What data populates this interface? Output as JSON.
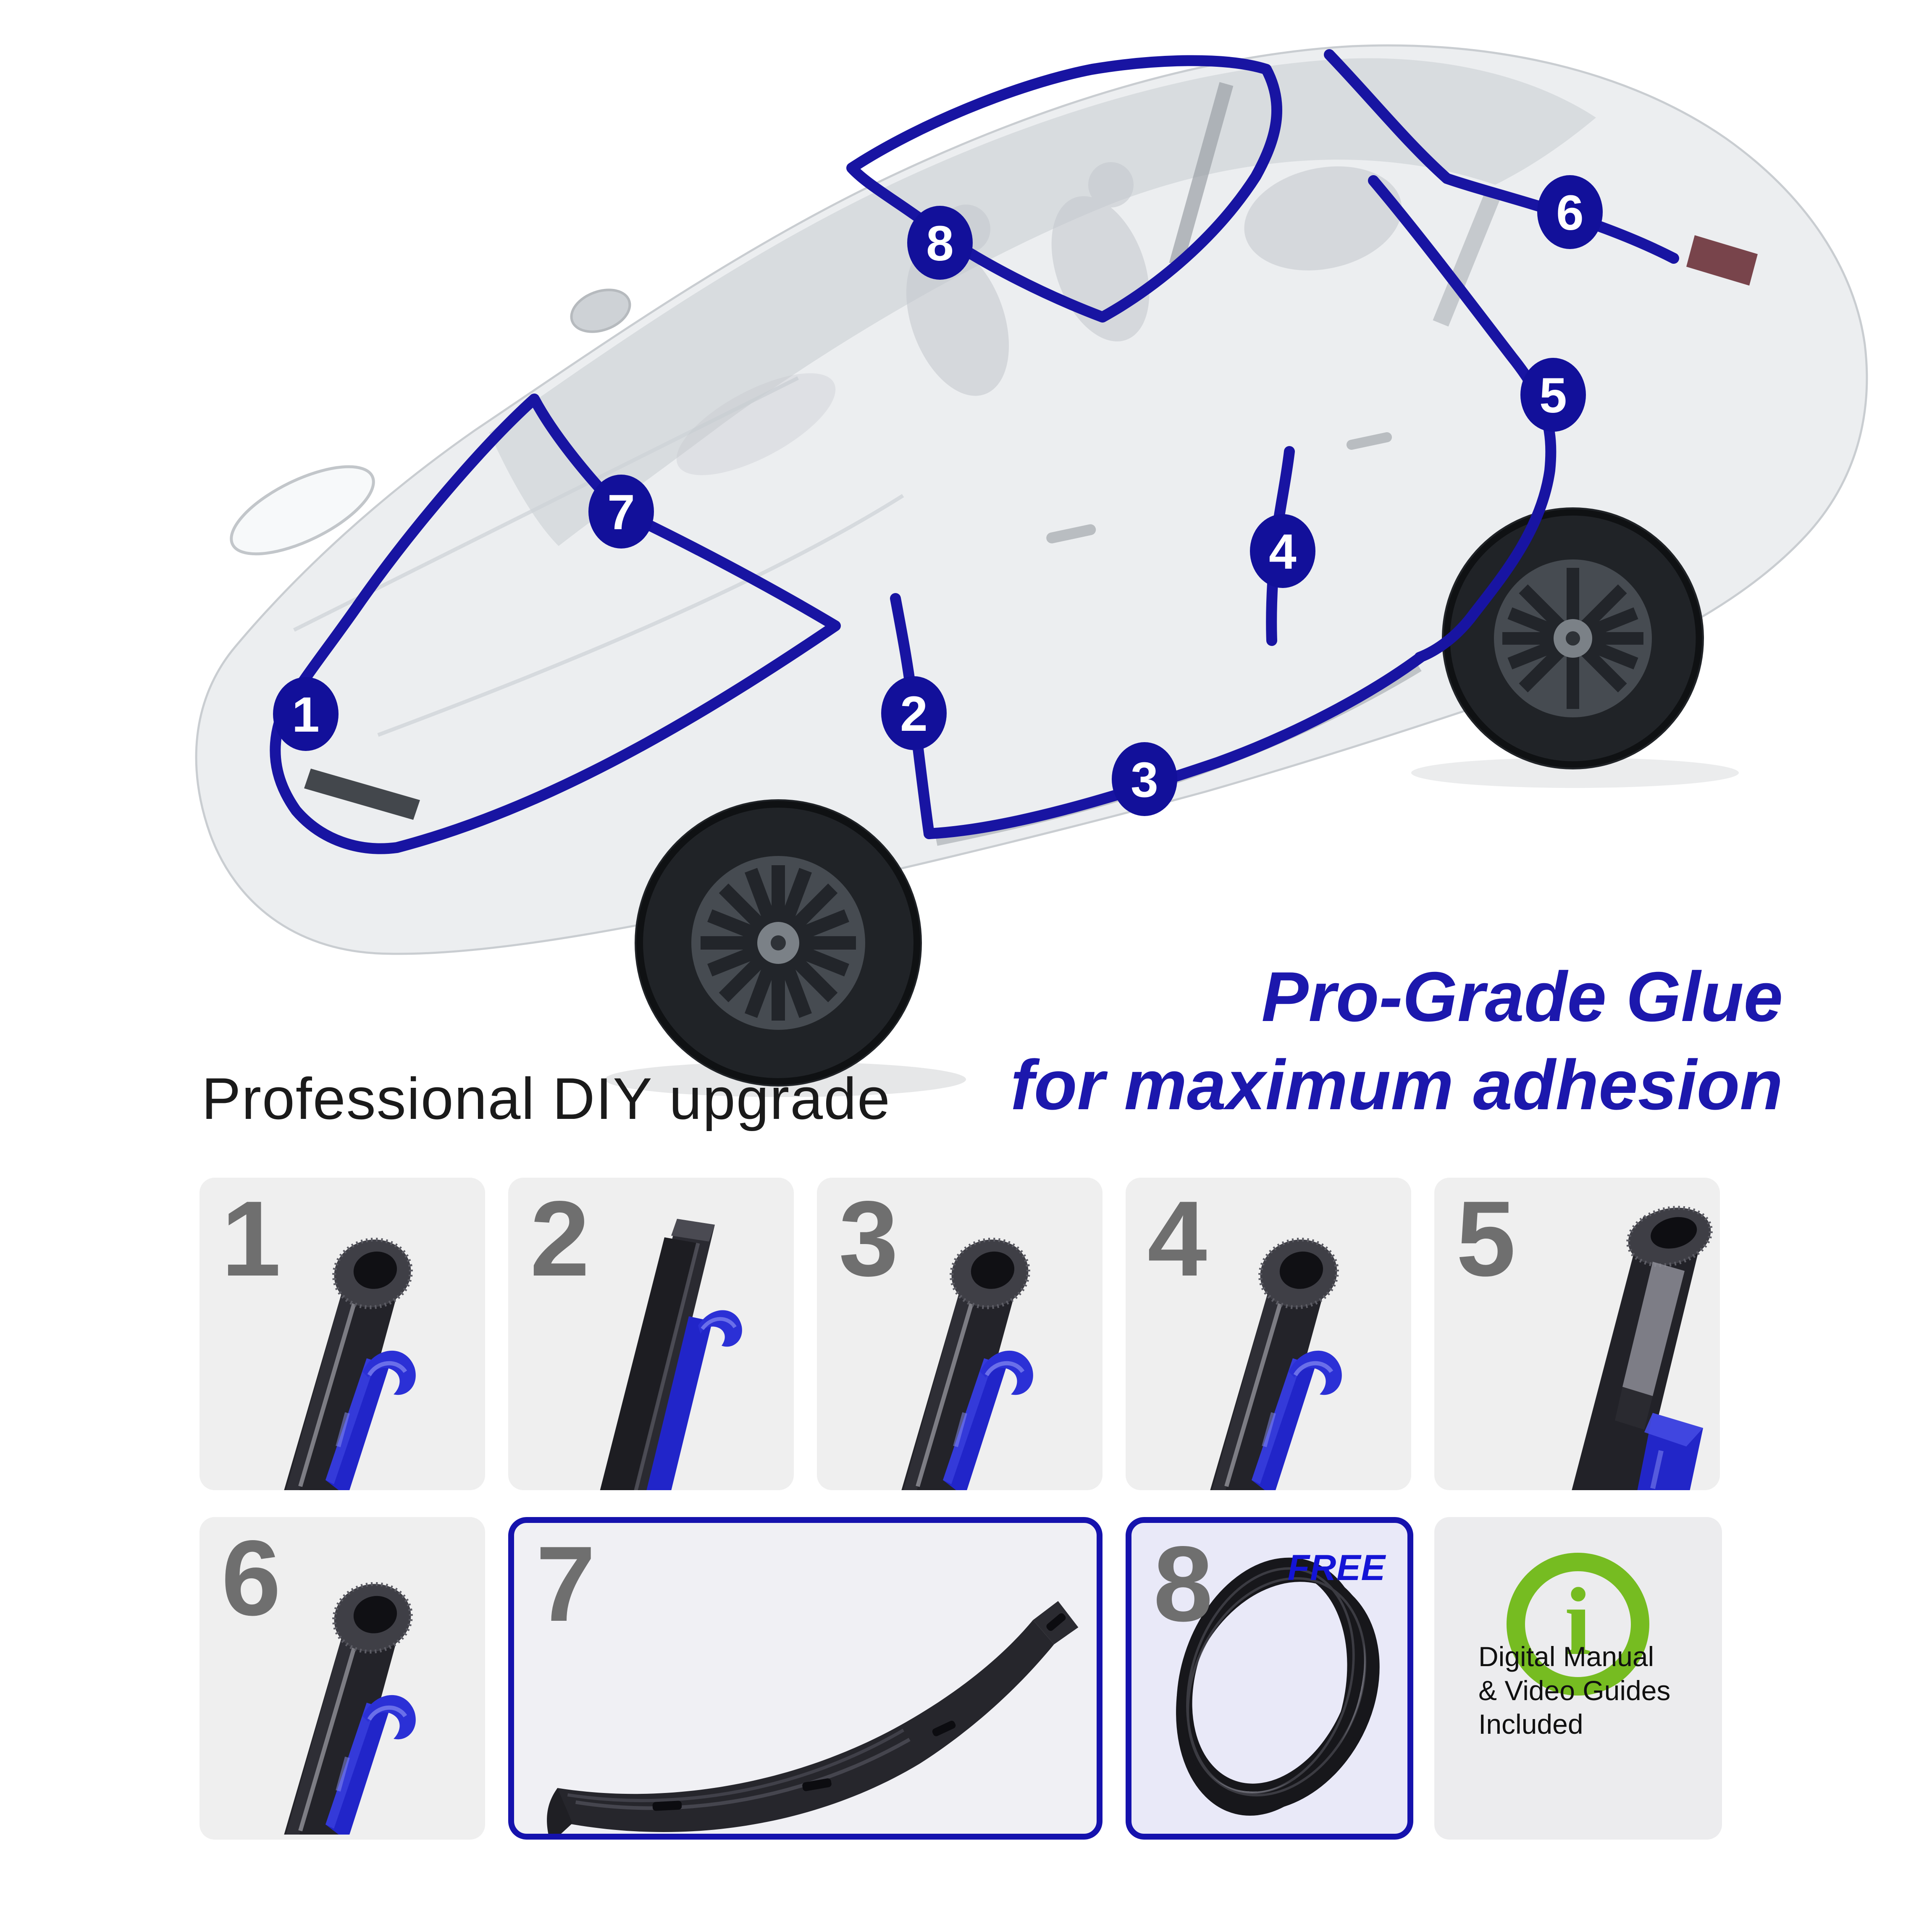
{
  "colors": {
    "seal_line_blue": "#1814a2",
    "badge_blue": "#12109a",
    "highlight_border_blue": "#1512ad",
    "free_blue": "#1414d6",
    "headline_blue": "#1c18ad",
    "info_green": "#76bc21",
    "tile_number_gray": "#6f6f6f"
  },
  "hero": {
    "caption": "Professional DIY upgrade",
    "headline": [
      "Pro-Grade Glue",
      "for maximum adhesion"
    ],
    "badges": [
      {
        "n": "1"
      },
      {
        "n": "2"
      },
      {
        "n": "3"
      },
      {
        "n": "4"
      },
      {
        "n": "5"
      },
      {
        "n": "6"
      },
      {
        "n": "7"
      },
      {
        "n": "8"
      }
    ]
  },
  "tiles": [
    {
      "label": "1",
      "art": "d-bulb-seal-with-blue-tape"
    },
    {
      "label": "2",
      "art": "z-flange-seal-with-blue-tape"
    },
    {
      "label": "3",
      "art": "d-bulb-seal-with-blue-tape"
    },
    {
      "label": "4",
      "art": "d-bulb-seal-with-blue-tape"
    },
    {
      "label": "5",
      "art": "wedge-seal-with-blue-tape"
    },
    {
      "label": "6",
      "art": "d-bulb-seal-with-blue-tape"
    },
    {
      "label": "7",
      "art": "cowl-trim-molding",
      "highlighted": true
    },
    {
      "label": "8",
      "art": "rubber-coil",
      "highlighted": true,
      "badge": "FREE"
    }
  ],
  "info": {
    "icon": "info-icon",
    "lines": [
      "Digital Manual",
      "& Video Guides",
      "Included"
    ]
  }
}
